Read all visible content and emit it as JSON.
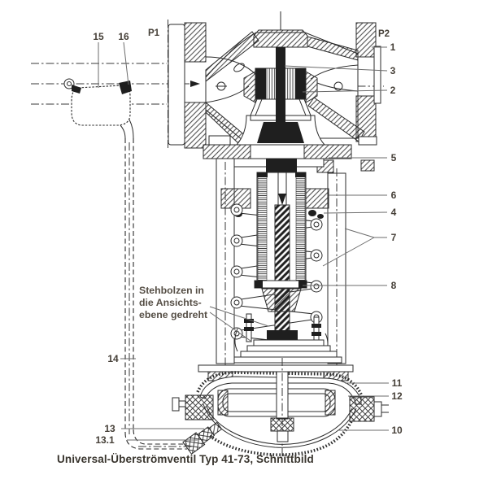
{
  "figure": {
    "caption": "Universal-Überströmventil Typ 41-73, Schnittbild",
    "note_lines": [
      "Stehbolzen in",
      "die Ansichts-",
      "ebene gedreht"
    ]
  },
  "labels": {
    "p1": "P1",
    "p2": "P2",
    "n1": "1",
    "n2": "2",
    "n3": "3",
    "n4": "4",
    "n5": "5",
    "n6": "6",
    "n7": "7",
    "n8": "8",
    "n10": "10",
    "n11": "11",
    "n12": "12",
    "n13": "13",
    "n13_1": "13.1",
    "n14": "14",
    "n15": "15",
    "n16": "16"
  },
  "colors": {
    "drawing_line": "#2b2b2b",
    "callout_text": "#453f37",
    "caption_text": "#39352e",
    "leader_line": "#6b6b6b",
    "background": "#ffffff"
  }
}
